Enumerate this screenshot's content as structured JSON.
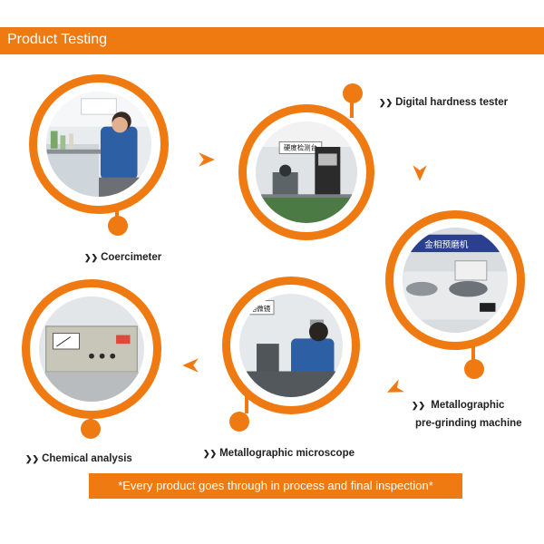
{
  "header": {
    "title": "Product Testing"
  },
  "stations": [
    {
      "label": "Coercimeter",
      "image": "lab-technician-at-bench"
    },
    {
      "label": "Digital hardness tester",
      "image": "hardness-tester-machine",
      "sign": "硬度检测台"
    },
    {
      "label_line1": "Metallographic",
      "label_line2": "pre-grinding machine",
      "image": "grinding-machine",
      "sign": "金相预磨机"
    },
    {
      "label": "Metallographic microscope",
      "image": "operator-at-microscope",
      "sign": "金相微镜"
    },
    {
      "label": "Chemical analysis",
      "image": "analysis-instrument-panel"
    }
  ],
  "footer": {
    "text": "*Every product goes through in process and final inspection*"
  },
  "colors": {
    "accent": "#f07a12",
    "text": "#222222"
  },
  "icons": {
    "label_bullet": "double-chevron-right-icon",
    "flow_arrow": "triangle-arrow-icon"
  }
}
